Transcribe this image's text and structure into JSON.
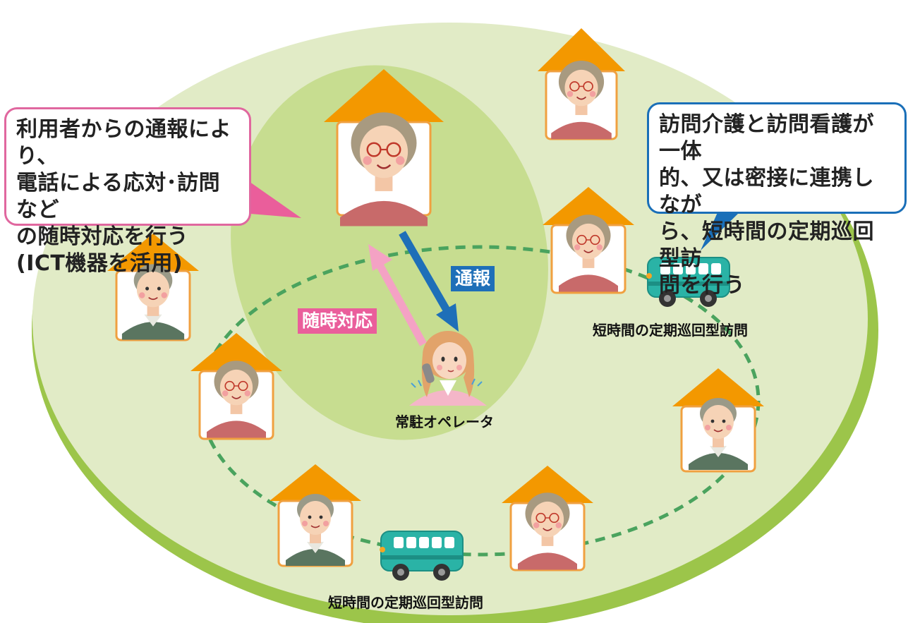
{
  "callouts": {
    "left": "利用者からの通報により、\n電話による応対･訪問など\nの随時対応を行う\n(ICT機器を活用)",
    "right": "訪問介護と訪問看護が一体\n的、又は密接に連携しなが\nら、短時間の定期巡回型訪\n問を行う"
  },
  "tags": {
    "report": "通報",
    "response": "随時対応"
  },
  "labels": {
    "operator": "常駐オペレータ",
    "route_right": "短時間の定期巡回型訪問",
    "route_bottom": "短時間の定期巡回型訪問"
  },
  "colors": {
    "outer_ellipse": "#e1ebc6",
    "outer_shadow": "#9cc54a",
    "inner_ellipse": "#c7dd90",
    "route_dash": "#4aa35e",
    "roof": "#f39800",
    "house_border": "#f0a040",
    "bus_body": "#2ab3a6",
    "report_arrow": "#1e6fb8",
    "response_arrow": "#f4a2c4",
    "left_border": "#e0679f",
    "right_border": "#1a6fb8"
  },
  "icons": [
    "house-icon",
    "elderly-woman-icon",
    "elderly-man-icon",
    "bus-icon",
    "operator-icon"
  ]
}
